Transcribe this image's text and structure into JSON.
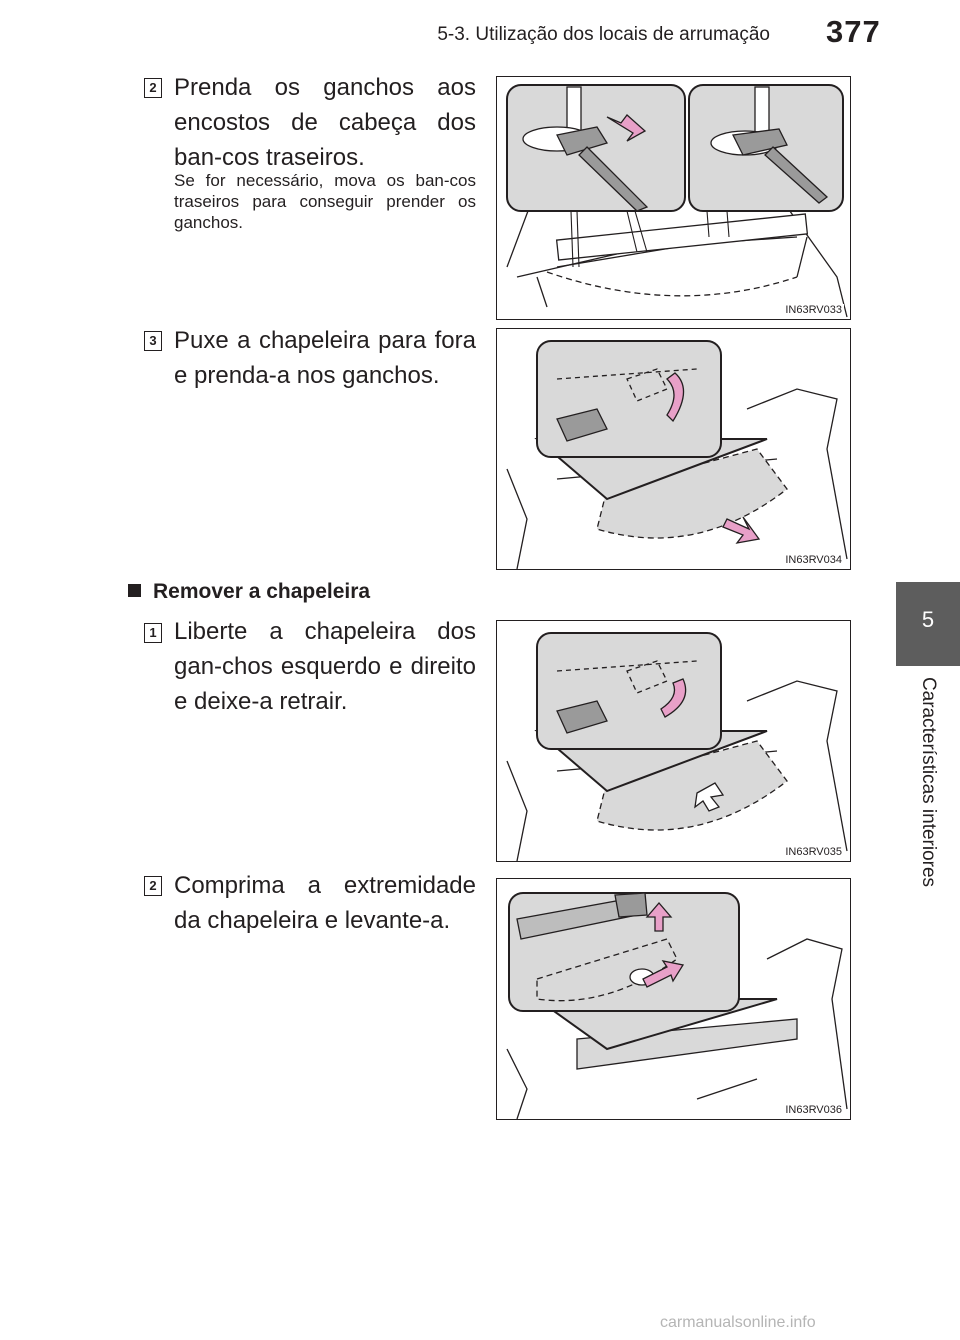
{
  "header": {
    "section_title": "5-3. Utilização dos locais de arrumação",
    "page_number": "377"
  },
  "side_tab": {
    "chapter_number": "5",
    "chapter_label": "Características interiores"
  },
  "steps_top": [
    {
      "badge": "2",
      "text": "Prenda os ganchos aos encostos de cabeça dos ban-cos traseiros.",
      "note": "Se for necessário, mova os ban-cos traseiros para conseguir prender os ganchos.",
      "figure_code": "IN63RV033"
    },
    {
      "badge": "3",
      "text": "Puxe a chapeleira para fora e prenda-a nos ganchos.",
      "figure_code": "IN63RV034"
    }
  ],
  "section": {
    "heading": "Remover a chapeleira"
  },
  "steps_bottom": [
    {
      "badge": "1",
      "text": "Liberte a chapeleira dos gan-chos esquerdo e direito e deixe-a retrair.",
      "figure_code": "IN63RV035"
    },
    {
      "badge": "2",
      "text": "Comprima a extremidade da chapeleira e levante-a.",
      "figure_code": "IN63RV036"
    }
  ],
  "colors": {
    "arrow_pink": "#e8a0c8",
    "callout_gray": "#d9d9d9",
    "tab_gray": "#5d5d5d"
  },
  "watermark": "carmanualsonline.info"
}
